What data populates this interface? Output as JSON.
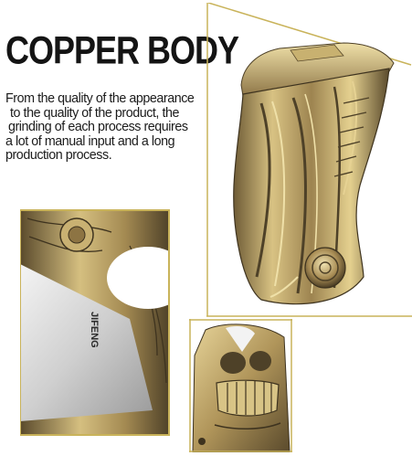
{
  "headline": "COPPER BODY",
  "description": {
    "lines": [
      "From the quality of the appearance",
      "to the quality of the product, the",
      "grinding of each process requires",
      "a lot of manual input and a long",
      "production process."
    ]
  },
  "blade_engraving": "JIFENG",
  "colors": {
    "bronze_light": "#e2cd8e",
    "bronze_mid": "#b59a5c",
    "bronze_dark": "#4e4128",
    "frame_gold": "#c9b35a",
    "text": "#141414"
  }
}
